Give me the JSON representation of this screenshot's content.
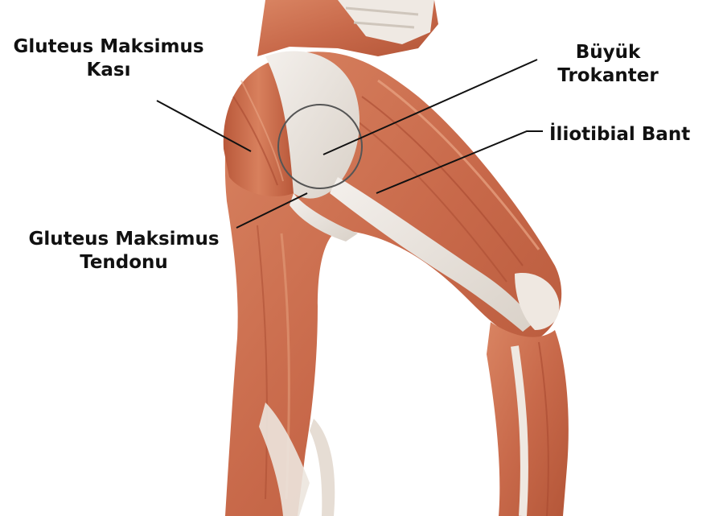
{
  "labels": {
    "gluteus_maximus_muscle": {
      "line1": "Gluteus Maksimus",
      "line2": "Kası"
    },
    "greater_trochanter": {
      "line1": "Büyük",
      "line2": "Trokanter"
    },
    "iliotibial_band": {
      "line1": "İliotibial Bant"
    },
    "gluteus_maximus_tendon": {
      "line1": "Gluteus Maksimus",
      "line2": "Tendonu"
    }
  },
  "colors": {
    "muscle": "#c8694a",
    "muscle_dark": "#a84a30",
    "muscle_light": "#e19a78",
    "tendon": "#ece6df",
    "label_text": "#111111",
    "leader_line": "#111111"
  }
}
